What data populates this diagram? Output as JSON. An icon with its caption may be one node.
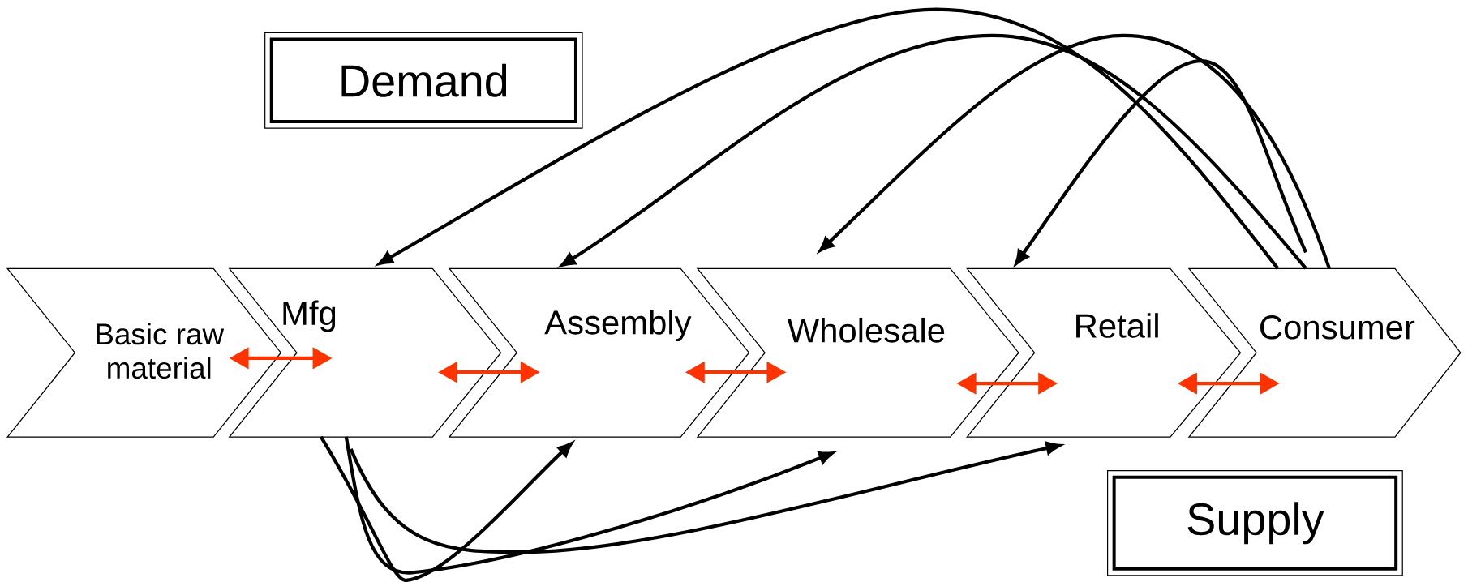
{
  "diagram": {
    "nodes": [
      {
        "text": [
          "Demand"
        ]
      },
      {
        "text": [
          "Basic raw material"
        ]
      },
      {
        "text": [
          "Mfg"
        ]
      },
      {
        "text": [
          "Assembly"
        ]
      },
      {
        "text": [
          "Wholesale"
        ]
      },
      {
        "text": [
          "Retail"
        ]
      },
      {
        "text": [
          "Consumer"
        ]
      },
      {
        "text": [
          "Supply"
        ]
      }
    ],
    "edges": [
      {
        "from": 1,
        "to": 2,
        "arrow": "both",
        "color": "#ff3300"
      },
      {
        "from": 2,
        "to": 3,
        "arrow": "both",
        "color": "#ff3300"
      },
      {
        "from": 3,
        "to": 4,
        "arrow": "both",
        "color": "#ff3300"
      },
      {
        "from": 4,
        "to": 5,
        "arrow": "both",
        "color": "#ff3300"
      },
      {
        "from": 5,
        "to": 6,
        "arrow": "both",
        "color": "#ff3300"
      },
      {
        "from": 6,
        "to": 2,
        "arrow": "to"
      },
      {
        "from": 6,
        "to": 3,
        "arrow": "to"
      },
      {
        "from": 6,
        "to": 4,
        "arrow": "to"
      },
      {
        "from": 6,
        "to": 5,
        "arrow": "to"
      },
      {
        "from": 2,
        "to": 3,
        "arrow": "to"
      },
      {
        "from": 2,
        "to": 4,
        "arrow": "to"
      },
      {
        "from": 2,
        "to": 5,
        "arrow": "to"
      }
    ]
  }
}
